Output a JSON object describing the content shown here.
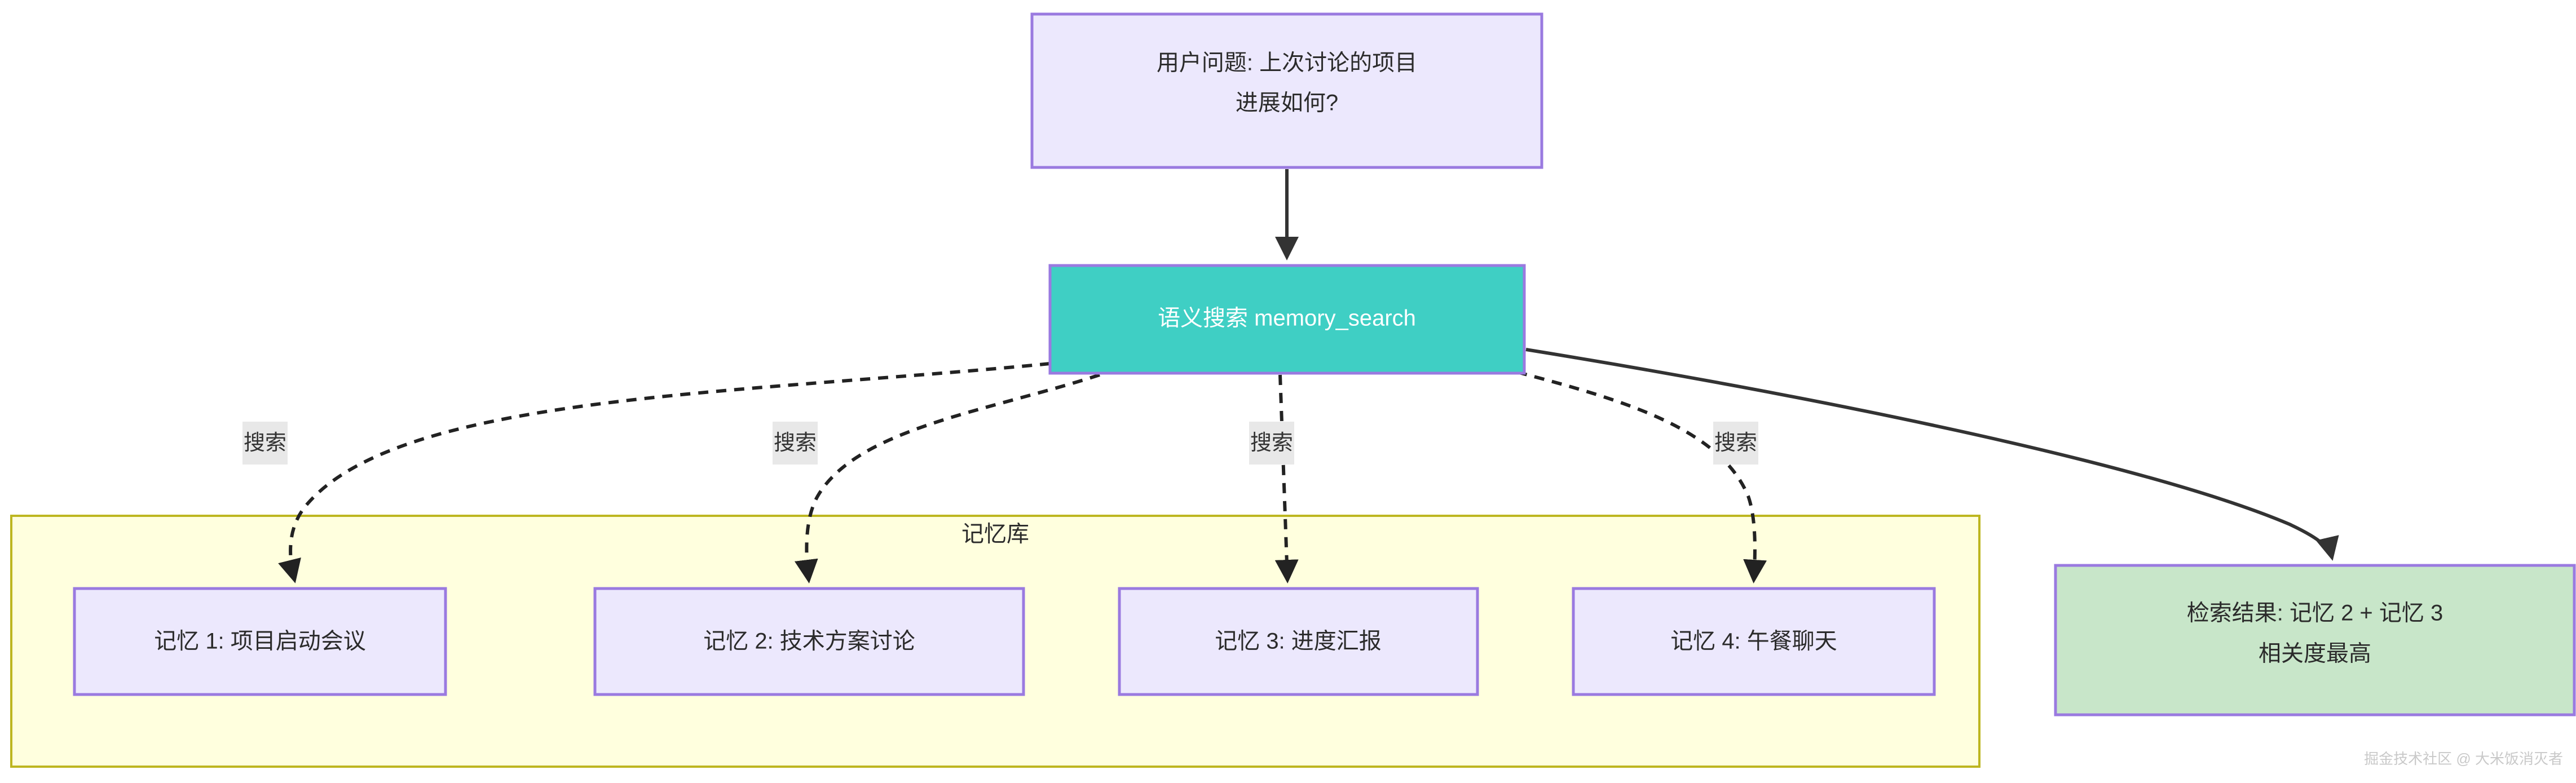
{
  "diagram": {
    "type": "flowchart",
    "direction": "top-down",
    "background_color": "#ffffff"
  },
  "colors": {
    "node_fill_purple": "#ece8fd",
    "node_stroke_purple": "#9a7ae0",
    "node_fill_teal": "#3fcfc4",
    "node_fill_green": "#c8e6c9",
    "cluster_fill_yellow": "#ffffde",
    "cluster_stroke_yellow": "#bdb620",
    "edge_color": "#333333",
    "edge_label_bg": "#e8e8e8",
    "text_dark": "#2b2b2b",
    "text_light": "#ffffff",
    "watermark": "#c9c9c9"
  },
  "nodes": {
    "question": {
      "id": "question",
      "lines": [
        "用户问题: 上次讨论的项目",
        "进展如何?"
      ],
      "style": "purple"
    },
    "search": {
      "id": "search",
      "lines": [
        "语义搜索 memory_search"
      ],
      "style": "teal"
    },
    "result": {
      "id": "result",
      "lines": [
        "检索结果: 记忆 2 + 记忆 3",
        "相关度最高"
      ],
      "style": "green"
    }
  },
  "cluster": {
    "id": "memory-store",
    "title": "记忆库",
    "style": "yellow"
  },
  "memories": [
    {
      "id": "memory-1",
      "label": "记忆 1: 项目启动会议"
    },
    {
      "id": "memory-2",
      "label": "记忆 2: 技术方案讨论"
    },
    {
      "id": "memory-3",
      "label": "记忆 3: 进度汇报"
    },
    {
      "id": "memory-4",
      "label": "记忆 4: 午餐聊天"
    }
  ],
  "edges": [
    {
      "id": "edge-question-search",
      "from": "question",
      "to": "search",
      "label": "",
      "style": "solid"
    },
    {
      "id": "edge-search-memory-1",
      "from": "search",
      "to": "memory-1",
      "label": "搜索",
      "style": "dotted"
    },
    {
      "id": "edge-search-memory-2",
      "from": "search",
      "to": "memory-2",
      "label": "搜索",
      "style": "dotted"
    },
    {
      "id": "edge-search-memory-3",
      "from": "search",
      "to": "memory-3",
      "label": "搜索",
      "style": "dotted"
    },
    {
      "id": "edge-search-memory-4",
      "from": "search",
      "to": "memory-4",
      "label": "搜索",
      "style": "dotted"
    },
    {
      "id": "edge-search-result",
      "from": "search",
      "to": "result",
      "label": "",
      "style": "solid"
    }
  ],
  "watermark": {
    "text": "掘金技术社区 @ 大米饭消灭者"
  }
}
